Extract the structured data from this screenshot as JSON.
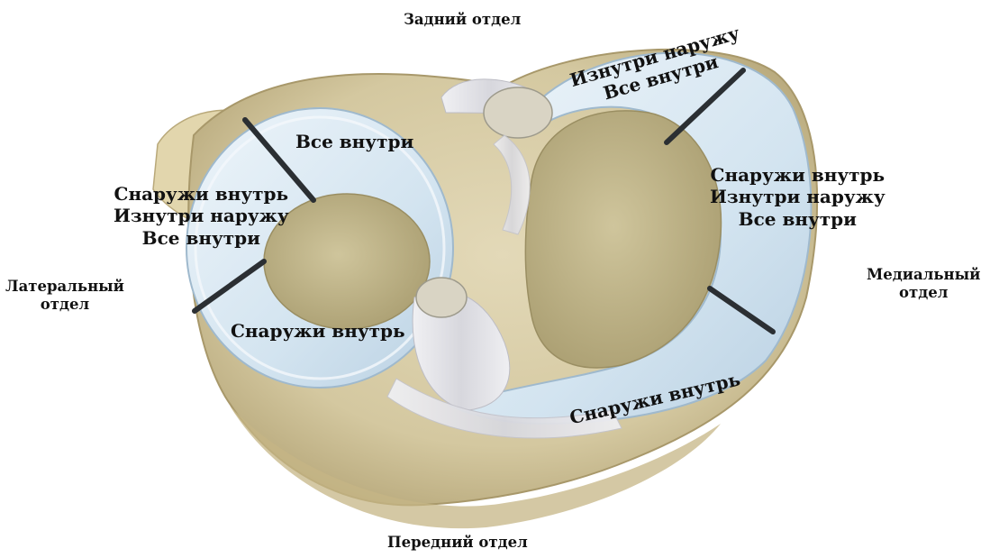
{
  "directions": {
    "posterior": "Задний отдел",
    "anterior": "Передний отдел",
    "lateral": [
      "Латеральный",
      "отдел"
    ],
    "medial": [
      "Медиальный",
      "отдел"
    ]
  },
  "lateral_meniscus": {
    "posterior_zone": [
      "Все внутри"
    ],
    "middle_zone": [
      "Снаружи внутрь",
      "Изнутри наружу",
      "Все внутри"
    ],
    "anterior_zone": [
      "Снаружи внутрь"
    ]
  },
  "medial_meniscus": {
    "posterior_zone": [
      "Изнутри наружу",
      "Все внутри"
    ],
    "middle_zone": [
      "Снаружи внутрь",
      "Изнутри наружу",
      "Все внутри"
    ],
    "anterior_zone": [
      "Снаружи внутрь"
    ]
  },
  "colors": {
    "meniscus": "#dbe9f3",
    "meniscus_edge": "#a9c3d6",
    "bone": "#d8cda8",
    "cartilage": "#c4b98f",
    "zone_divider": "#2b2f33",
    "ligament": "#e6e6ea"
  }
}
